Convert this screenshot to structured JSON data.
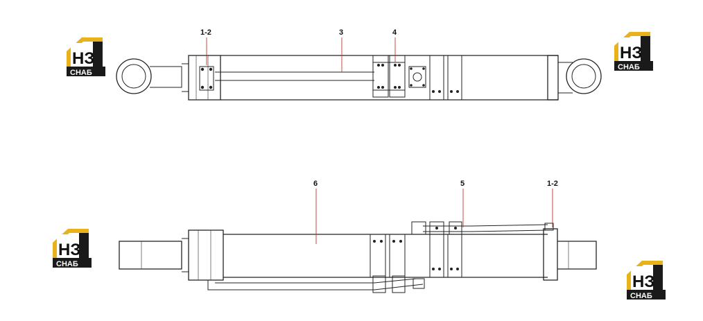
{
  "logo": {
    "mark": "НЗ",
    "brand": "СНАБ",
    "accent_color": "#e8b21c",
    "dark_color": "#1a1a1a"
  },
  "callouts": {
    "top": [
      "1-2",
      "3",
      "4"
    ],
    "bottom": [
      "6",
      "5",
      "1-2"
    ]
  }
}
